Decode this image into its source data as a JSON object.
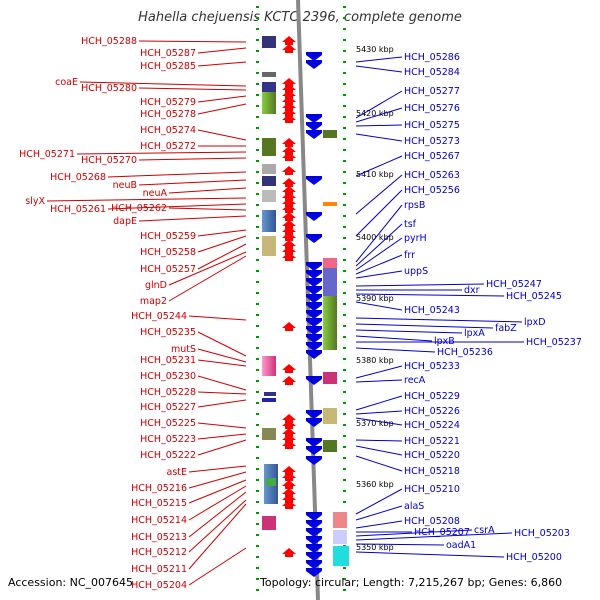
{
  "title": "Hahella chejuensis KCTC 2396, complete genome",
  "footer": {
    "accession": "Accession: NC_007645",
    "summary": "Topology: circular; Length: 7,215,267 bp; Genes: 6,860"
  },
  "kbp_marks": [
    "5430 kbp",
    "5420 kbp",
    "5410 kbp",
    "5400 kbp",
    "5390 kbp",
    "5380 kbp",
    "5370 kbp",
    "5360 kbp",
    "5350 kbp"
  ],
  "left_labels": [
    "HCH_05288",
    "HCH_05287",
    "HCH_05285",
    "coaE",
    "HCH_05280",
    "HCH_05279",
    "HCH_05278",
    "HCH_05274",
    "HCH_05272",
    "HCH_05271",
    "HCH_05270",
    "HCH_05268",
    "neuB",
    "neuA",
    "slyX",
    "HCH_05261",
    "HCH_05262",
    "dapE",
    "HCH_05259",
    "HCH_05258",
    "HCH_05257",
    "glnD",
    "map2",
    "HCH_05244",
    "HCH_05235",
    "mutS",
    "HCH_05231",
    "HCH_05230",
    "HCH_05228",
    "HCH_05227",
    "HCH_05225",
    "HCH_05223",
    "HCH_05222",
    "astE",
    "HCH_05216",
    "HCH_05215",
    "HCH_05214",
    "HCH_05213",
    "HCH_05212",
    "HCH_05211",
    "HCH_05204"
  ],
  "right_labels": [
    "HCH_05286",
    "HCH_05284",
    "HCH_05277",
    "HCH_05276",
    "HCH_05275",
    "HCH_05273",
    "HCH_05267",
    "HCH_05263",
    "HCH_05256",
    "rpsB",
    "tsf",
    "pyrH",
    "frr",
    "uppS",
    "HCH_05247",
    "dxr",
    "HCH_05245",
    "HCH_05243",
    "lpxD",
    "fabZ",
    "lpxA",
    "lpxB",
    "HCH_05237",
    "HCH_05236",
    "HCH_05233",
    "recA",
    "HCH_05229",
    "HCH_05226",
    "HCH_05224",
    "HCH_05221",
    "HCH_05220",
    "HCH_05218",
    "HCH_05210",
    "alaS",
    "HCH_05208",
    "HCH_05207",
    "csrA",
    "HCH_05203",
    "oadA1",
    "HCH_05200"
  ],
  "colors": {
    "left_label": "#cc0000",
    "right_label": "#0000cc",
    "forward_arrow": "#ff0000",
    "reverse_arrow": "#0000dd",
    "backbone": "#888888",
    "tick": "#009900"
  }
}
